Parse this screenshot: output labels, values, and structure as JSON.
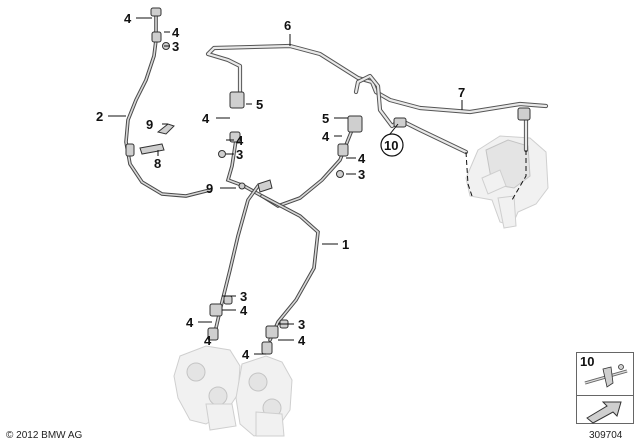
{
  "callouts": {
    "c1": "1",
    "c2": "2",
    "c3a": "3",
    "c3b": "3",
    "c3c": "3",
    "c3d": "3",
    "c3e": "3",
    "c4a": "4",
    "c4b": "4",
    "c4c": "4",
    "c4d": "4",
    "c4e": "4",
    "c4f": "4",
    "c4g": "4",
    "c4h": "4",
    "c4i": "4",
    "c4j": "4",
    "c4k": "4",
    "c5a": "5",
    "c5b": "5",
    "c6": "6",
    "c7": "7",
    "c8": "8",
    "c9a": "9",
    "c9b": "9",
    "c10": "10"
  },
  "legend": {
    "number": "10"
  },
  "footer": {
    "copyright": "© 2012 BMW AG",
    "diagram_number": "309704"
  }
}
